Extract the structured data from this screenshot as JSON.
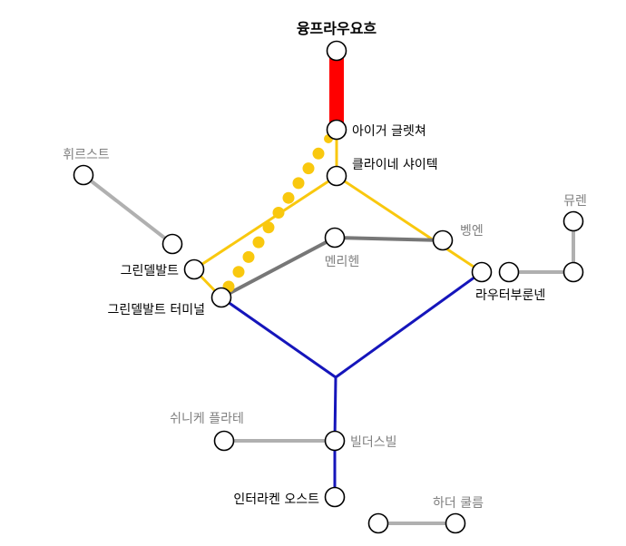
{
  "colors": {
    "red": "#ff0000",
    "yellow": "#f9c80e",
    "blue": "#1515bb",
    "gray_dark": "#777777",
    "gray_light": "#b0b0b0",
    "label_black": "#000000",
    "label_gray": "#808080",
    "station_fill": "#ffffff",
    "station_stroke": "#000000"
  },
  "stations": {
    "yungfrau": "융프라우요흐",
    "eiger": "아이거 글렛쳐",
    "kleine": "클라이네 샤이텍",
    "wengen": "벵엔",
    "lauter": "라우터부룬넨",
    "murren": "뮤렌",
    "grindel": "그린델발트",
    "grindel_t": "그린델발트 터미널",
    "mannlichen": "멘리헨",
    "first": "휘르스트",
    "schynige": "쉬니케 플라테",
    "wilderswil": "빌더스빌",
    "interlaken": "인터라켄 오스트",
    "harder": "하더 쿨름"
  }
}
